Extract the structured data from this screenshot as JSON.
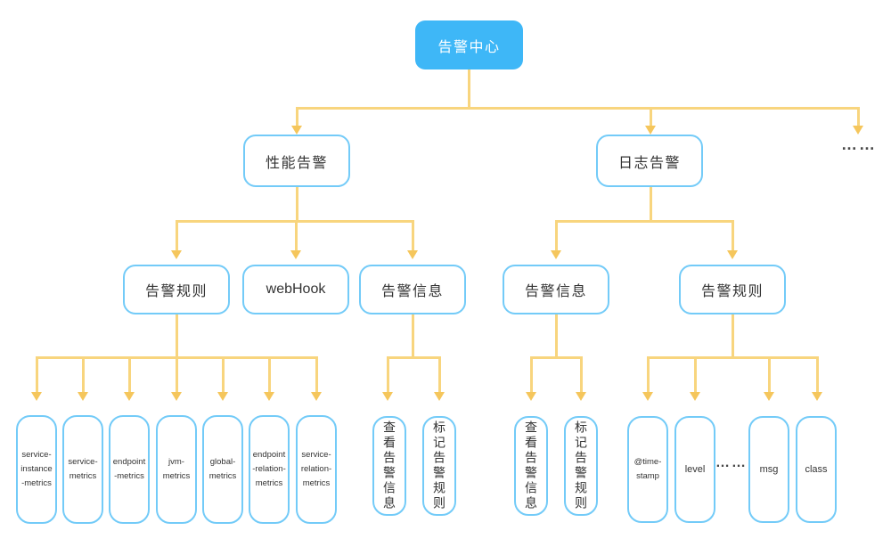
{
  "colors": {
    "root_fill": "#3eb7f7",
    "root_text": "#ffffff",
    "node_border": "#73cbf8",
    "node_text": "#333333",
    "connector_line": "#f8d57e",
    "arrow_head": "#f5c65c",
    "ellipsis_text": "#4a4a4a"
  },
  "nodes": {
    "root": "告警中心",
    "performance_alert": "性能告警",
    "log_alert": "日志告警",
    "top_more": "……",
    "performance_rules": "告警规则",
    "webhook": "webHook",
    "performance_info": "告警信息",
    "log_info": "告警信息",
    "log_rules": "告警规则",
    "performance_metrics": [
      "service-instance-metrics",
      "service-metrics",
      "endpoint-metrics",
      "jvm-metrics",
      "global-metrics",
      "endpoint-relation-metrics",
      "service-relation-metrics"
    ],
    "performance_info_actions": [
      "查看告警信息",
      "标记告警规则"
    ],
    "log_info_actions": [
      "查看告警信息",
      "标记告警规则"
    ],
    "log_fields": [
      "@time-stamp",
      "level",
      "msg",
      "class"
    ],
    "log_fields_more": "……"
  }
}
